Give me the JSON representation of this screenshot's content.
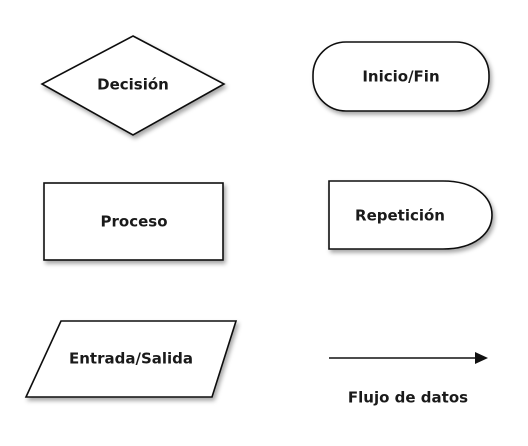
{
  "diagram": {
    "decision": {
      "label": "Decisión"
    },
    "terminator": {
      "label": "Inicio/Fin"
    },
    "process": {
      "label": "Proceso"
    },
    "loop": {
      "label": "Repetición"
    },
    "io": {
      "label": "Entrada/Salida"
    },
    "flow": {
      "label": "Flujo de datos"
    }
  }
}
